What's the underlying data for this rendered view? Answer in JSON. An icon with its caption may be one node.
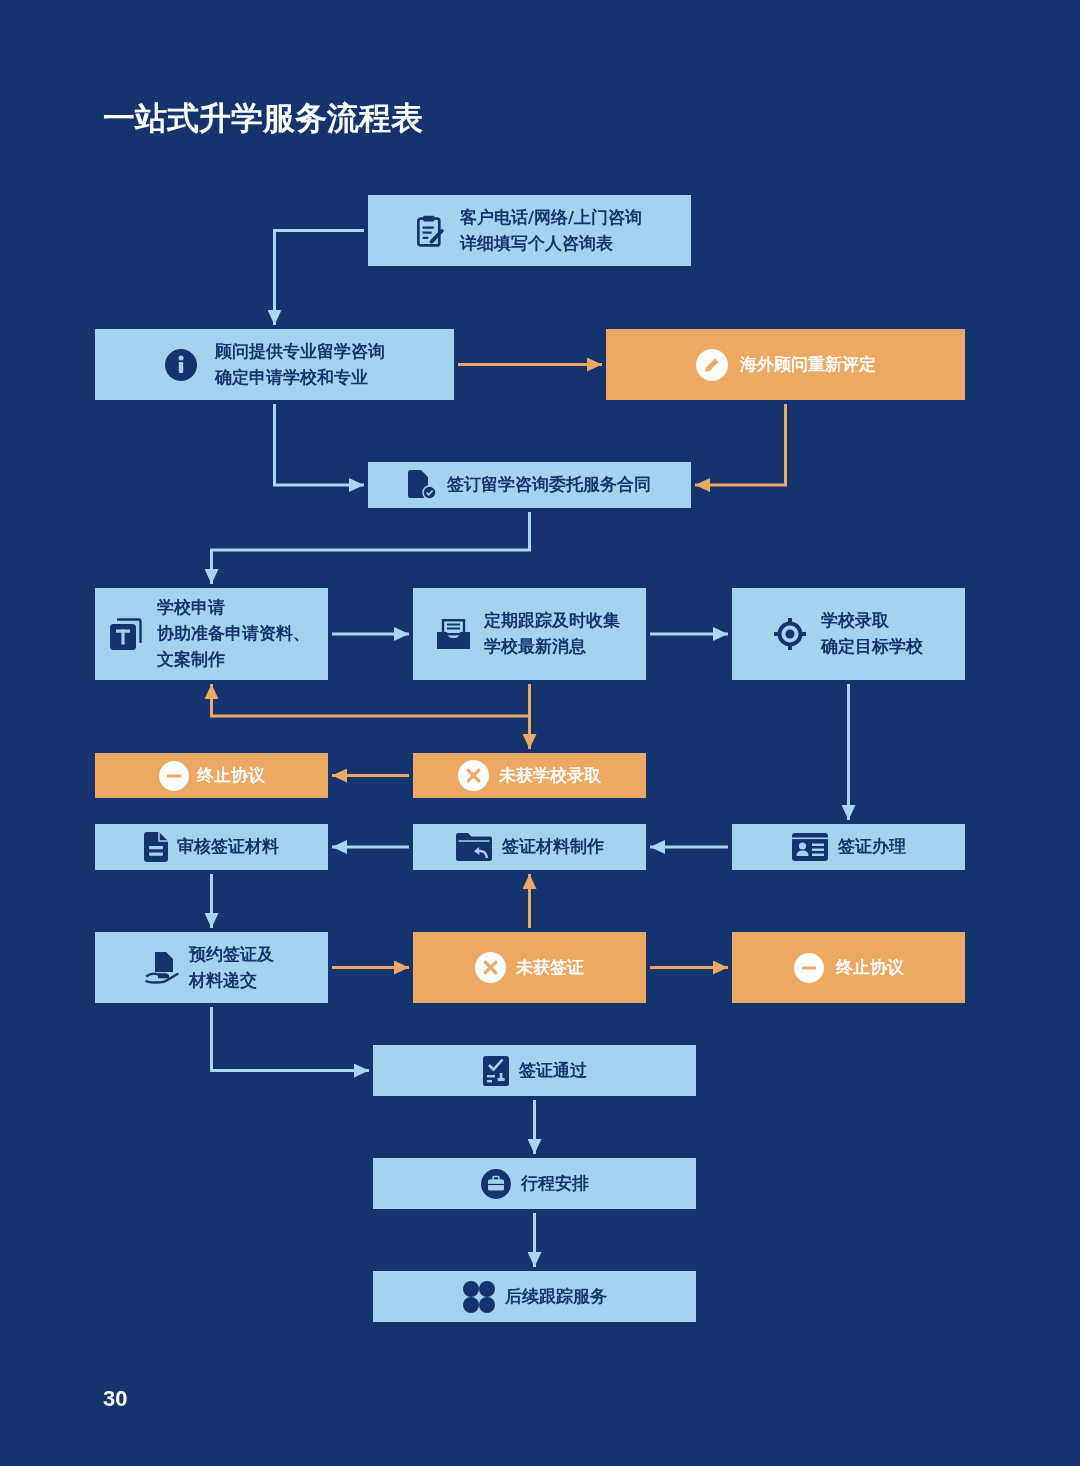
{
  "diagram": {
    "title": "一站式升学服务流程表",
    "nodes": [
      {
        "text": [
          "客户电话/网络/上门咨询",
          "详细填写个人咨询表"
        ]
      },
      {
        "text": [
          "顾问提供专业留学咨询",
          "确定申请学校和专业"
        ]
      },
      {
        "text": [
          "海外顾问重新评定"
        ]
      },
      {
        "text": [
          "签订留学咨询委托服务合同"
        ]
      },
      {
        "text": [
          "学校申请",
          "协助准备申请资料、文案制作"
        ]
      },
      {
        "text": [
          "定期跟踪及时收集学校最新消息"
        ]
      },
      {
        "text": [
          "学校录取",
          "确定目标学校"
        ]
      },
      {
        "text": [
          "终止协议"
        ]
      },
      {
        "text": [
          "未获学校录取"
        ]
      },
      {
        "text": [
          "审核签证材料"
        ]
      },
      {
        "text": [
          "签证材料制作"
        ]
      },
      {
        "text": [
          "签证办理"
        ]
      },
      {
        "text": [
          "预约签证及材料递交"
        ]
      },
      {
        "text": [
          "未获签证"
        ]
      },
      {
        "text": [
          "终止协议"
        ]
      },
      {
        "text": [
          "签证通过"
        ]
      },
      {
        "text": [
          "行程安排"
        ]
      },
      {
        "text": [
          "后续跟踪服务"
        ]
      }
    ],
    "edges": [
      {
        "from": 0,
        "to": 1,
        "arrow": "to"
      },
      {
        "from": 1,
        "to": 2,
        "arrow": "to",
        "color": "#eda862"
      },
      {
        "from": 1,
        "to": 3,
        "arrow": "to"
      },
      {
        "from": 2,
        "to": 3,
        "arrow": "to",
        "color": "#eda862"
      },
      {
        "from": 3,
        "to": 4,
        "arrow": "to"
      },
      {
        "from": 4,
        "to": 5,
        "arrow": "to"
      },
      {
        "from": 5,
        "to": 6,
        "arrow": "to"
      },
      {
        "from": 5,
        "to": 8,
        "arrow": "to",
        "color": "#eda862"
      },
      {
        "from": 5,
        "to": 4,
        "arrow": "to",
        "color": "#eda862"
      },
      {
        "from": 8,
        "to": 7,
        "arrow": "to",
        "color": "#eda862"
      },
      {
        "from": 6,
        "to": 11,
        "arrow": "to"
      },
      {
        "from": 11,
        "to": 10,
        "arrow": "to"
      },
      {
        "from": 10,
        "to": 9,
        "arrow": "to"
      },
      {
        "from": 9,
        "to": 12,
        "arrow": "to"
      },
      {
        "from": 12,
        "to": 13,
        "arrow": "to",
        "color": "#eda862"
      },
      {
        "from": 13,
        "to": 10,
        "arrow": "to",
        "color": "#eda862"
      },
      {
        "from": 13,
        "to": 14,
        "arrow": "to",
        "color": "#eda862"
      },
      {
        "from": 12,
        "to": 15,
        "arrow": "to"
      },
      {
        "from": 15,
        "to": 16,
        "arrow": "to"
      },
      {
        "from": 16,
        "to": 17,
        "arrow": "to"
      }
    ],
    "labels": [
      "30"
    ]
  }
}
